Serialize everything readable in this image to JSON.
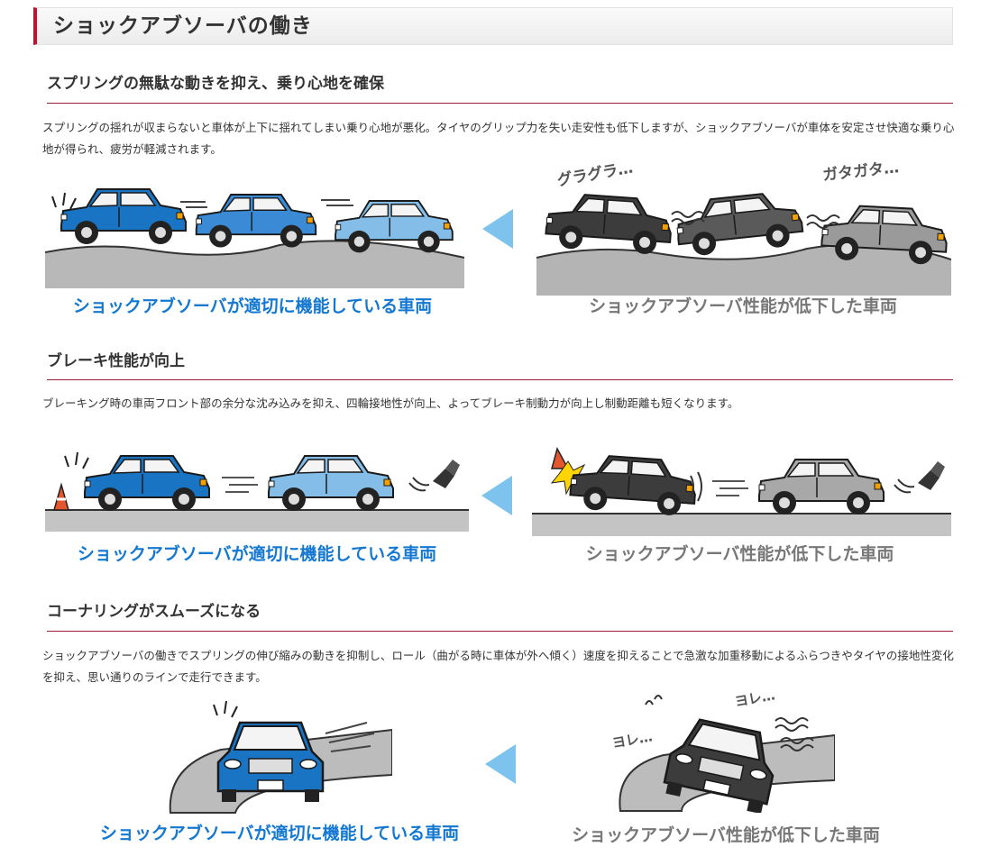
{
  "page": {
    "title": "ショックアブソーバの働き"
  },
  "colors": {
    "accent": "#c8102e",
    "rule": "#9c1c3c",
    "good": "#1478d2",
    "bad": "#777777",
    "arrow": "#7ec3ee"
  },
  "sections": [
    {
      "title": "スプリングの無駄な動きを抑え、乗り心地を確保",
      "text": "スプリングの揺れが収まらないと車体が上下に揺れてしまい乗り心地が悪化。タイヤのグリップ力を失い走安性も低下しますが、ショックアブソーバが車体を安定させ快適な乗り心地が得られ、疲労が軽減されます。",
      "good_caption": "ショックアブソーバが適切に機能している車両",
      "bad_caption": "ショックアブソーバ性能が低下した車両",
      "sfx": [
        "グラグラ…",
        "ガタガタ…"
      ]
    },
    {
      "title": "ブレーキ性能が向上",
      "text": "ブレーキング時の車両フロント部の余分な沈み込みを抑え、四輪接地性が向上、よってブレーキ制動力が向上し制動距離も短くなります。",
      "good_caption": "ショックアブソーバが適切に機能している車両",
      "bad_caption": "ショックアブソーバ性能が低下した車両"
    },
    {
      "title": "コーナリングがスムーズになる",
      "text": "ショックアブソーバの働きでスプリングの伸び縮みの動きを抑制し、ロール（曲がる時に車体が外へ傾く）速度を抑えることで急激な加重移動によるふらつきやタイヤの接地性変化を抑え、思い通りのラインで走行できます。",
      "good_caption": "ショックアブソーバが適切に機能している車両",
      "bad_caption": "ショックアブソーバ性能が低下した車両",
      "sfx": [
        "ヨレ…",
        "ヨレ…"
      ]
    }
  ]
}
